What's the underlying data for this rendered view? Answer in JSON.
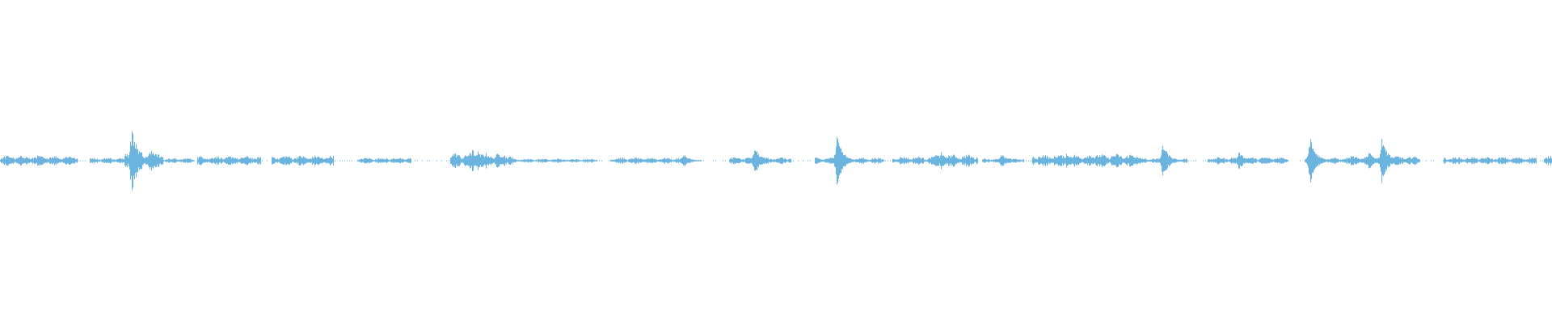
{
  "waveform": {
    "color": "#6cb4e0",
    "background": "#ffffff",
    "duration_fraction_scale": 1.0,
    "segments": [
      {
        "start": 0.0,
        "end": 0.05,
        "level": 0.1
      },
      {
        "start": 0.058,
        "end": 0.08,
        "level": 0.06
      },
      {
        "start": 0.08,
        "end": 0.105,
        "level": 0.2
      },
      {
        "start": 0.105,
        "end": 0.125,
        "level": 0.05
      },
      {
        "start": 0.127,
        "end": 0.168,
        "level": 0.09
      },
      {
        "start": 0.175,
        "end": 0.215,
        "level": 0.1
      },
      {
        "start": 0.23,
        "end": 0.265,
        "level": 0.06
      },
      {
        "start": 0.29,
        "end": 0.33,
        "level": 0.15
      },
      {
        "start": 0.33,
        "end": 0.385,
        "level": 0.04
      },
      {
        "start": 0.393,
        "end": 0.445,
        "level": 0.06
      },
      {
        "start": 0.47,
        "end": 0.51,
        "level": 0.07
      },
      {
        "start": 0.525,
        "end": 0.57,
        "level": 0.06
      },
      {
        "start": 0.575,
        "end": 0.61,
        "level": 0.08
      },
      {
        "start": 0.6,
        "end": 0.63,
        "level": 0.12
      },
      {
        "start": 0.633,
        "end": 0.66,
        "level": 0.05
      },
      {
        "start": 0.665,
        "end": 0.705,
        "level": 0.12
      },
      {
        "start": 0.705,
        "end": 0.735,
        "level": 0.13
      },
      {
        "start": 0.735,
        "end": 0.765,
        "level": 0.05
      },
      {
        "start": 0.778,
        "end": 0.83,
        "level": 0.07
      },
      {
        "start": 0.845,
        "end": 0.87,
        "level": 0.06
      },
      {
        "start": 0.87,
        "end": 0.915,
        "level": 0.09
      },
      {
        "start": 0.93,
        "end": 0.99,
        "level": 0.07
      },
      {
        "start": 0.995,
        "end": 1.0,
        "level": 0.1
      }
    ],
    "spikes": [
      {
        "pos": 0.085,
        "level": 0.65
      },
      {
        "pos": 0.084,
        "level": 0.38
      },
      {
        "pos": 0.304,
        "level": 0.22
      },
      {
        "pos": 0.308,
        "level": 0.18
      },
      {
        "pos": 0.44,
        "level": 0.14
      },
      {
        "pos": 0.486,
        "level": 0.28
      },
      {
        "pos": 0.539,
        "level": 0.48
      },
      {
        "pos": 0.606,
        "level": 0.18
      },
      {
        "pos": 0.645,
        "level": 0.15
      },
      {
        "pos": 0.687,
        "level": 0.14
      },
      {
        "pos": 0.749,
        "level": 0.35
      },
      {
        "pos": 0.798,
        "level": 0.18
      },
      {
        "pos": 0.844,
        "level": 0.48
      },
      {
        "pos": 0.89,
        "level": 0.45
      },
      {
        "pos": 0.882,
        "level": 0.2
      }
    ]
  }
}
